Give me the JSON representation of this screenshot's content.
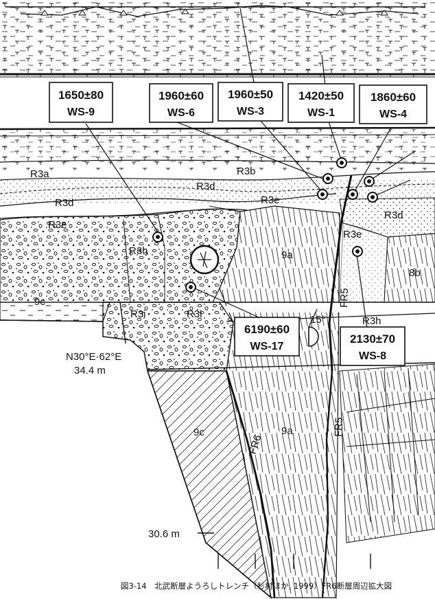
{
  "samples": [
    {
      "date": "1650±80",
      "id": "WS-9"
    },
    {
      "date": "1960±60",
      "id": "WS-6"
    },
    {
      "date": "1960±50",
      "id": "WS-3"
    },
    {
      "date": "1420±50",
      "id": "WS-1"
    },
    {
      "date": "1860±60",
      "id": "WS-4"
    },
    {
      "date": "6190±60",
      "id": "WS-17"
    },
    {
      "date": "2130±70",
      "id": "WS-8"
    }
  ],
  "units": [
    "R3a",
    "R3b",
    "R3d",
    "R3d",
    "R3d",
    "R3e",
    "R3e",
    "R3e",
    "R3h",
    "R3h",
    "R3i",
    "R3i",
    "9a",
    "9a",
    "8b",
    "9c",
    "9c"
  ],
  "faults": [
    "FR5",
    "FR5",
    "FR6"
  ],
  "orientation": "N30°E·62°E",
  "dip": "15°",
  "elevation_upper": "34.4 m",
  "elevation_lower": "30.6 m",
  "caption": "図3-14　北武断層ようろしトレンチ（杉村ほか, 1999）FR6断層周辺拡大図"
}
